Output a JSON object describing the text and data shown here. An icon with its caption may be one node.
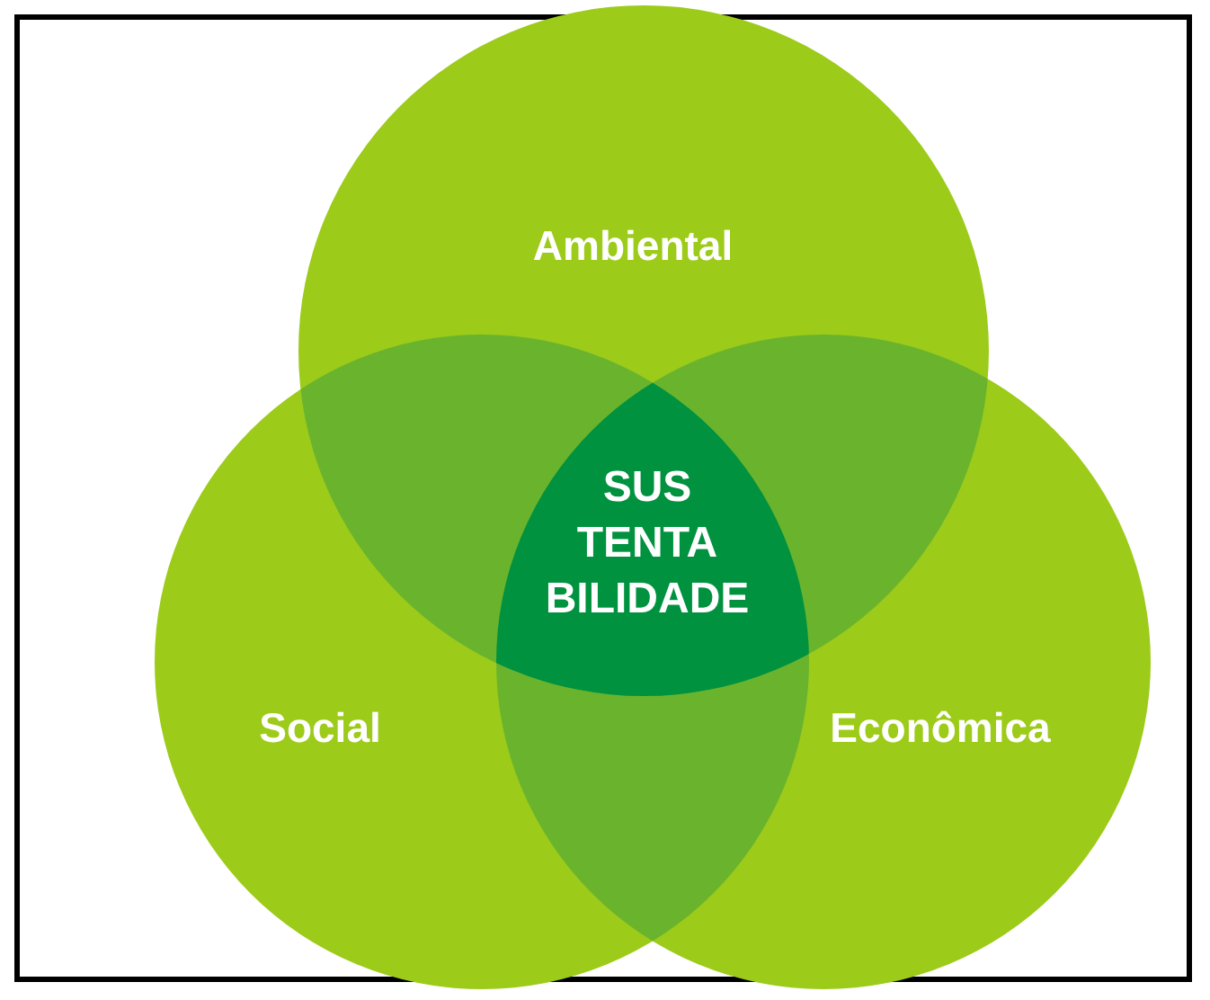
{
  "diagram": {
    "nodes": [
      {
        "text": [
          "Ambiental"
        ]
      },
      {
        "text": [
          "Social"
        ]
      },
      {
        "text": [
          "Econômica"
        ]
      },
      {
        "text": [
          "SUS TENTA BILIDADE"
        ]
      }
    ]
  }
}
